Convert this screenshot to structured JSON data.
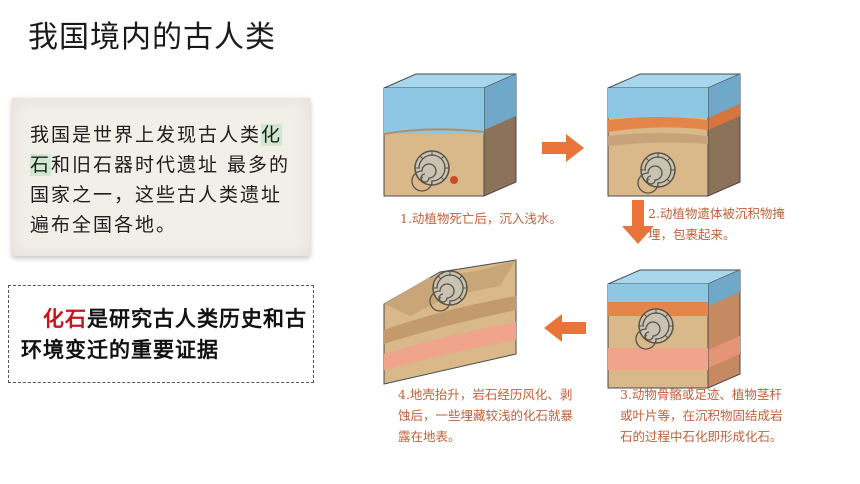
{
  "title": "我国境内的古人类",
  "note": {
    "pre": "我国是世界上发现古人类",
    "highlight": "化石",
    "post": "和旧石器时代遗址 最多的国家之一，这些古人类遗址遍布全国各地。"
  },
  "key": {
    "red": "化石",
    "rest": "是研究古人类历史和古环境变迁的重要证据"
  },
  "steps": [
    {
      "caption": "1.动植物死亡后，沉入浅水。"
    },
    {
      "caption": "2.动植物遗体被沉积物掩埋，包裹起来。"
    },
    {
      "caption": "3.动物骨骼或足迹、植物茎杆或叶片等，在沉积物固结成岩石的过程中石化即形成化石。"
    },
    {
      "caption": "4.地壳抬升，岩石经历风化、剥蚀后，一些埋藏较浅的化石就暴露在地表。"
    }
  ],
  "colors": {
    "water": "#7ab8d6",
    "sand": "#d9b88a",
    "arrow": "#e8743a",
    "caption": "#c0603a",
    "highlight": "#c8141e"
  }
}
